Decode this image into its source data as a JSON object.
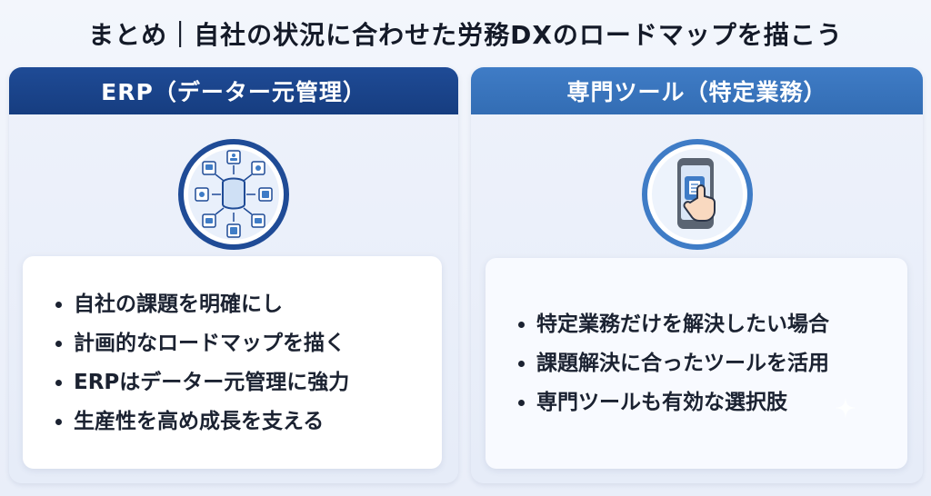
{
  "page_title": "まとめ｜自社の状況に合わせた労務DXのロードマップを描こう",
  "colors": {
    "erp_header": "#1f4b96",
    "tool_header": "#3f7cc6",
    "background": "#eef2fb"
  },
  "left_panel": {
    "header": "ERP（データー元管理）",
    "icon": "central-database-icon",
    "bullets": [
      "自社の課題を明確にし",
      "計画的なロードマップを描く",
      "ERPはデーター元管理に強力",
      "生産性を高め成長を支える"
    ]
  },
  "right_panel": {
    "header": "専門ツール（特定業務）",
    "icon": "smartphone-tap-icon",
    "bullets": [
      "特定業務だけを解決したい場合",
      "課題解決に合ったツールを活用",
      "専門ツールも有効な選択肢"
    ]
  }
}
